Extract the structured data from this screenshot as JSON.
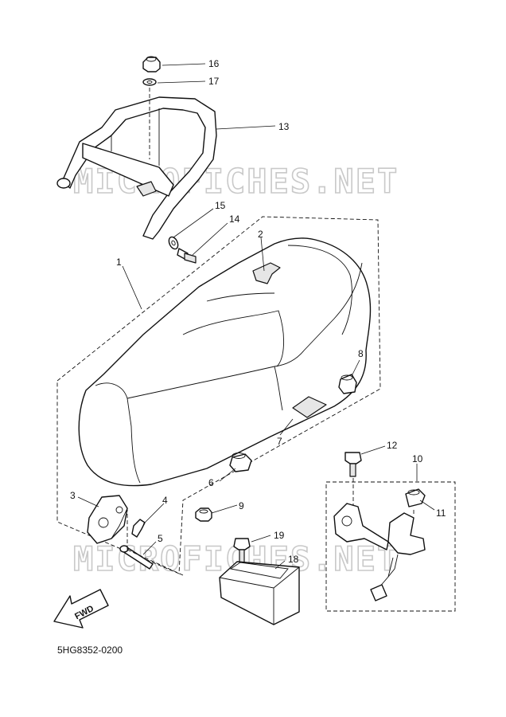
{
  "watermark": {
    "text": "MICROFICHES.NET"
  },
  "drawing_code": "5HG8352-0200",
  "fwd_label": "FWD",
  "callouts": {
    "c1": "1",
    "c2": "2",
    "c3": "3",
    "c4": "4",
    "c5": "5",
    "c6": "6",
    "c7": "7",
    "c8": "8",
    "c9": "9",
    "c10": "10",
    "c11": "11",
    "c12": "12",
    "c13": "13",
    "c14": "14",
    "c15": "15",
    "c16": "16",
    "c17": "17",
    "c18": "18",
    "c19": "19"
  }
}
